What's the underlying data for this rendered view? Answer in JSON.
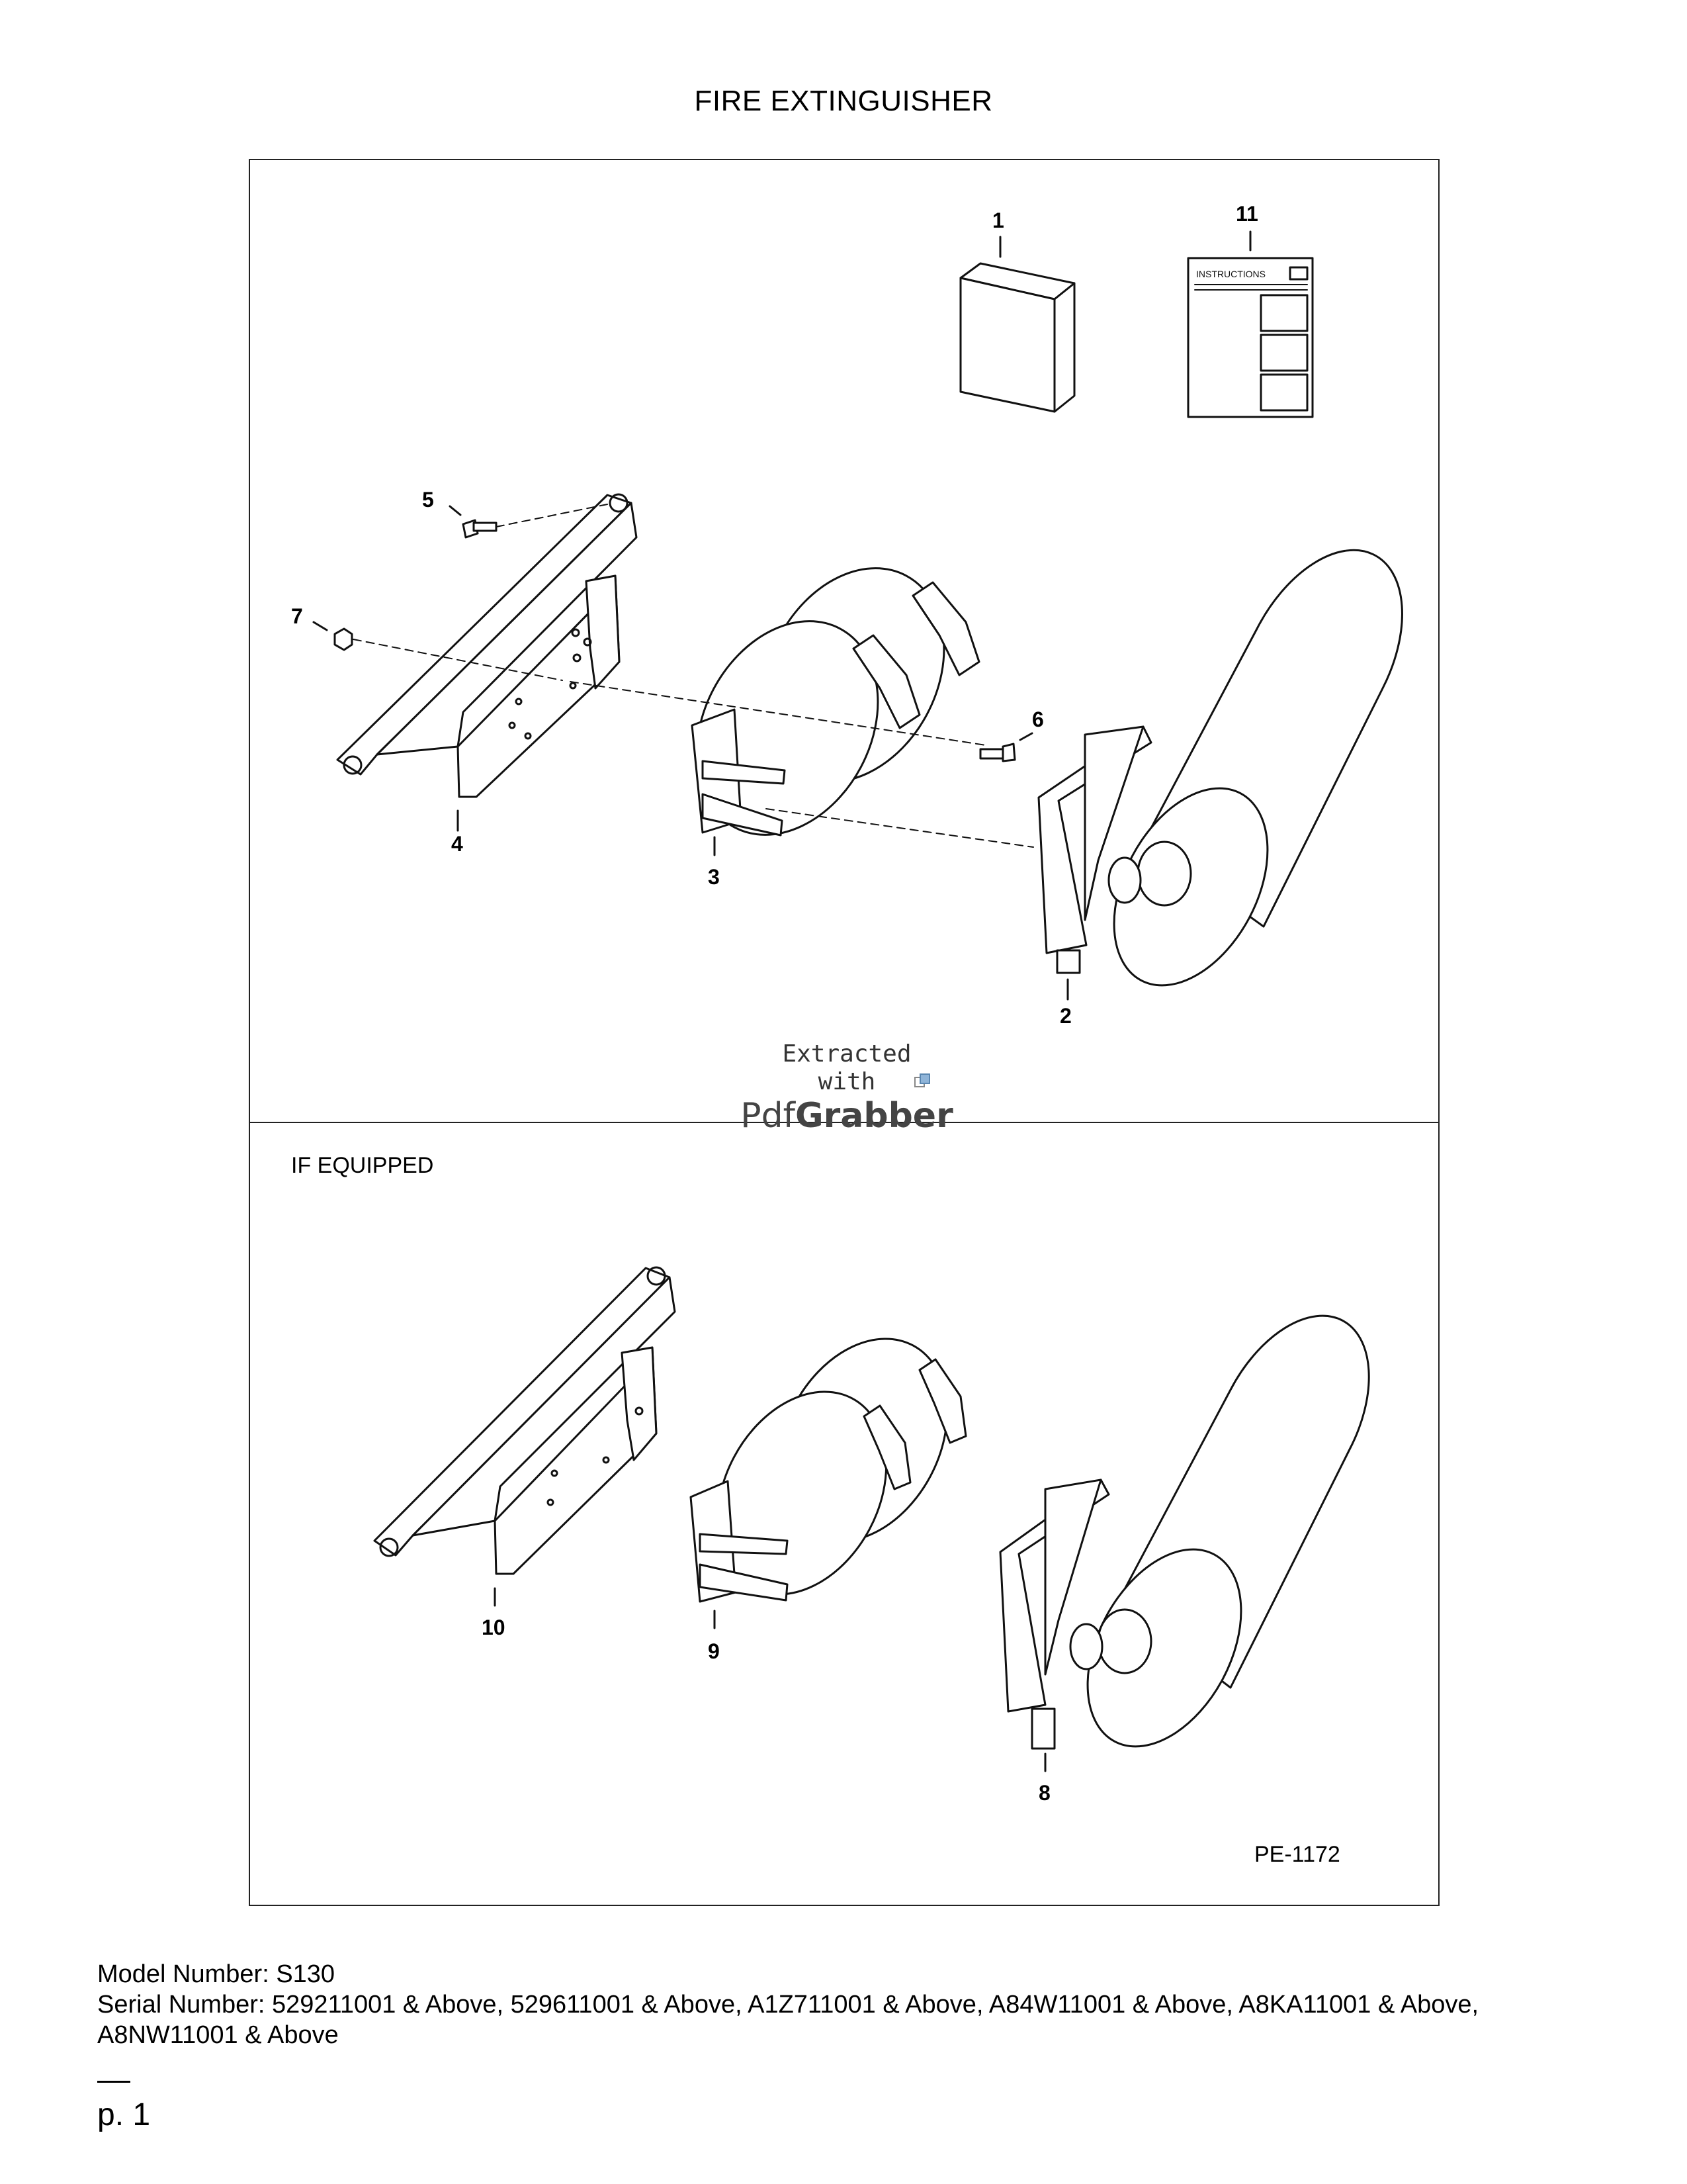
{
  "page": {
    "title": "FIRE EXTINGUISHER",
    "section_label": "IF EQUIPPED",
    "figure_code": "PE-1172",
    "page_number": "p. 1"
  },
  "callouts": {
    "c1": "1",
    "c2": "2",
    "c3": "3",
    "c4": "4",
    "c5": "5",
    "c6": "6",
    "c7": "7",
    "c8": "8",
    "c9": "9",
    "c10": "10",
    "c11": "11"
  },
  "instructions_sheet_label": "INSTRUCTIONS",
  "watermark": {
    "line1": "Extracted",
    "line2": "with",
    "brand_light": "Pdf",
    "brand_bold": "Grabber"
  },
  "footer": {
    "model": "Model Number: S130",
    "serial": "Serial Number: 529211001 & Above, 529611001 & Above, A1Z711001 & Above, A84W11001 & Above, A8KA11001 & Above, A8NW11001 & Above"
  }
}
